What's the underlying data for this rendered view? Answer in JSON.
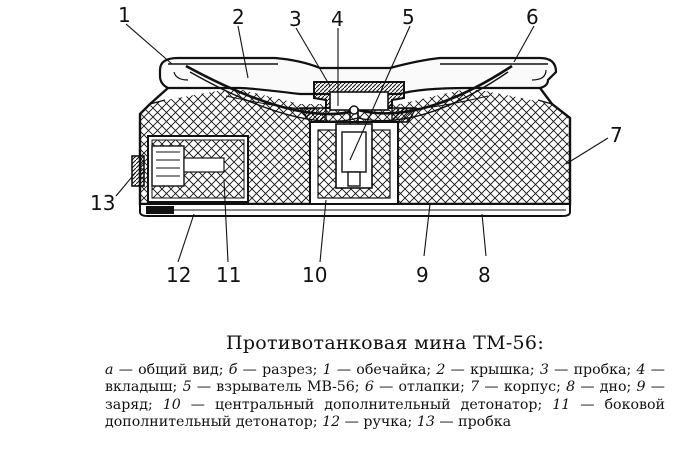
{
  "figure": {
    "callouts": [
      "1",
      "2",
      "3",
      "4",
      "5",
      "6",
      "7",
      "8",
      "9",
      "10",
      "11",
      "12",
      "13"
    ]
  },
  "caption": {
    "title": "Противотанковая мина ТМ-56:",
    "legend": [
      {
        "key": "а",
        "text": "общий вид"
      },
      {
        "key": "б",
        "text": "разрез"
      },
      {
        "key": "1",
        "text": "обечайка"
      },
      {
        "key": "2",
        "text": "крышка"
      },
      {
        "key": "3",
        "text": "пробка"
      },
      {
        "key": "4",
        "text": "вкладыш"
      },
      {
        "key": "5",
        "text": "взрыватель МВ-56"
      },
      {
        "key": "6",
        "text": "отлапки"
      },
      {
        "key": "7",
        "text": "корпус"
      },
      {
        "key": "8",
        "text": "дно"
      },
      {
        "key": "9",
        "text": "заряд"
      },
      {
        "key": "10",
        "text": "центральный дополнительный детонатор"
      },
      {
        "key": "11",
        "text": "боковой дополнительный детонатор"
      },
      {
        "key": "12",
        "text": "ручка"
      },
      {
        "key": "13",
        "text": "пробка"
      }
    ]
  }
}
